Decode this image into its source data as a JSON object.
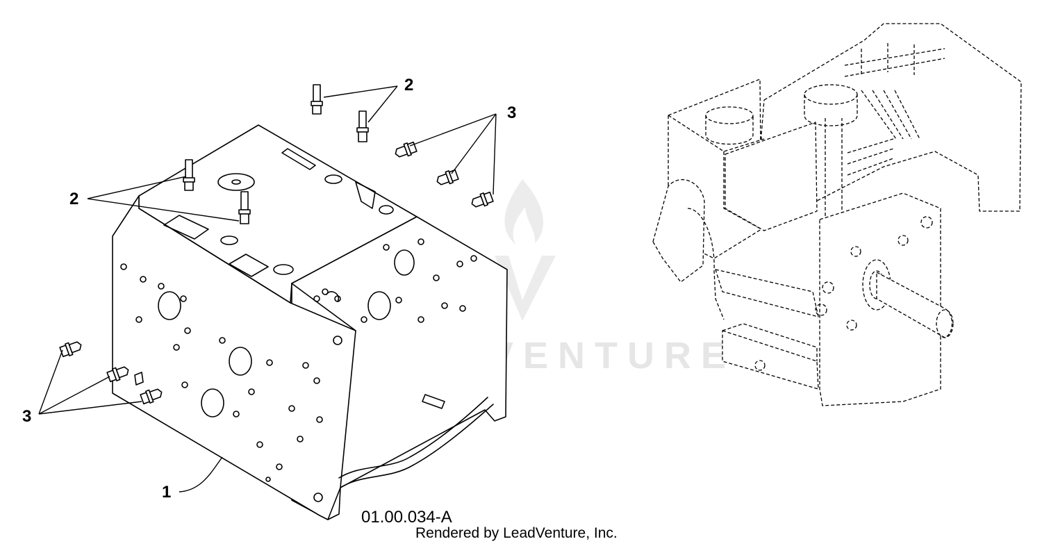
{
  "watermark": {
    "text": "LEADVENTURE"
  },
  "callouts": [
    {
      "label": "2"
    },
    {
      "label": "3"
    },
    {
      "label": "2"
    },
    {
      "label": "3"
    },
    {
      "label": "1"
    }
  ],
  "figure_code": "01.00.034-A",
  "credit": "Rendered by LeadVenture, Inc."
}
